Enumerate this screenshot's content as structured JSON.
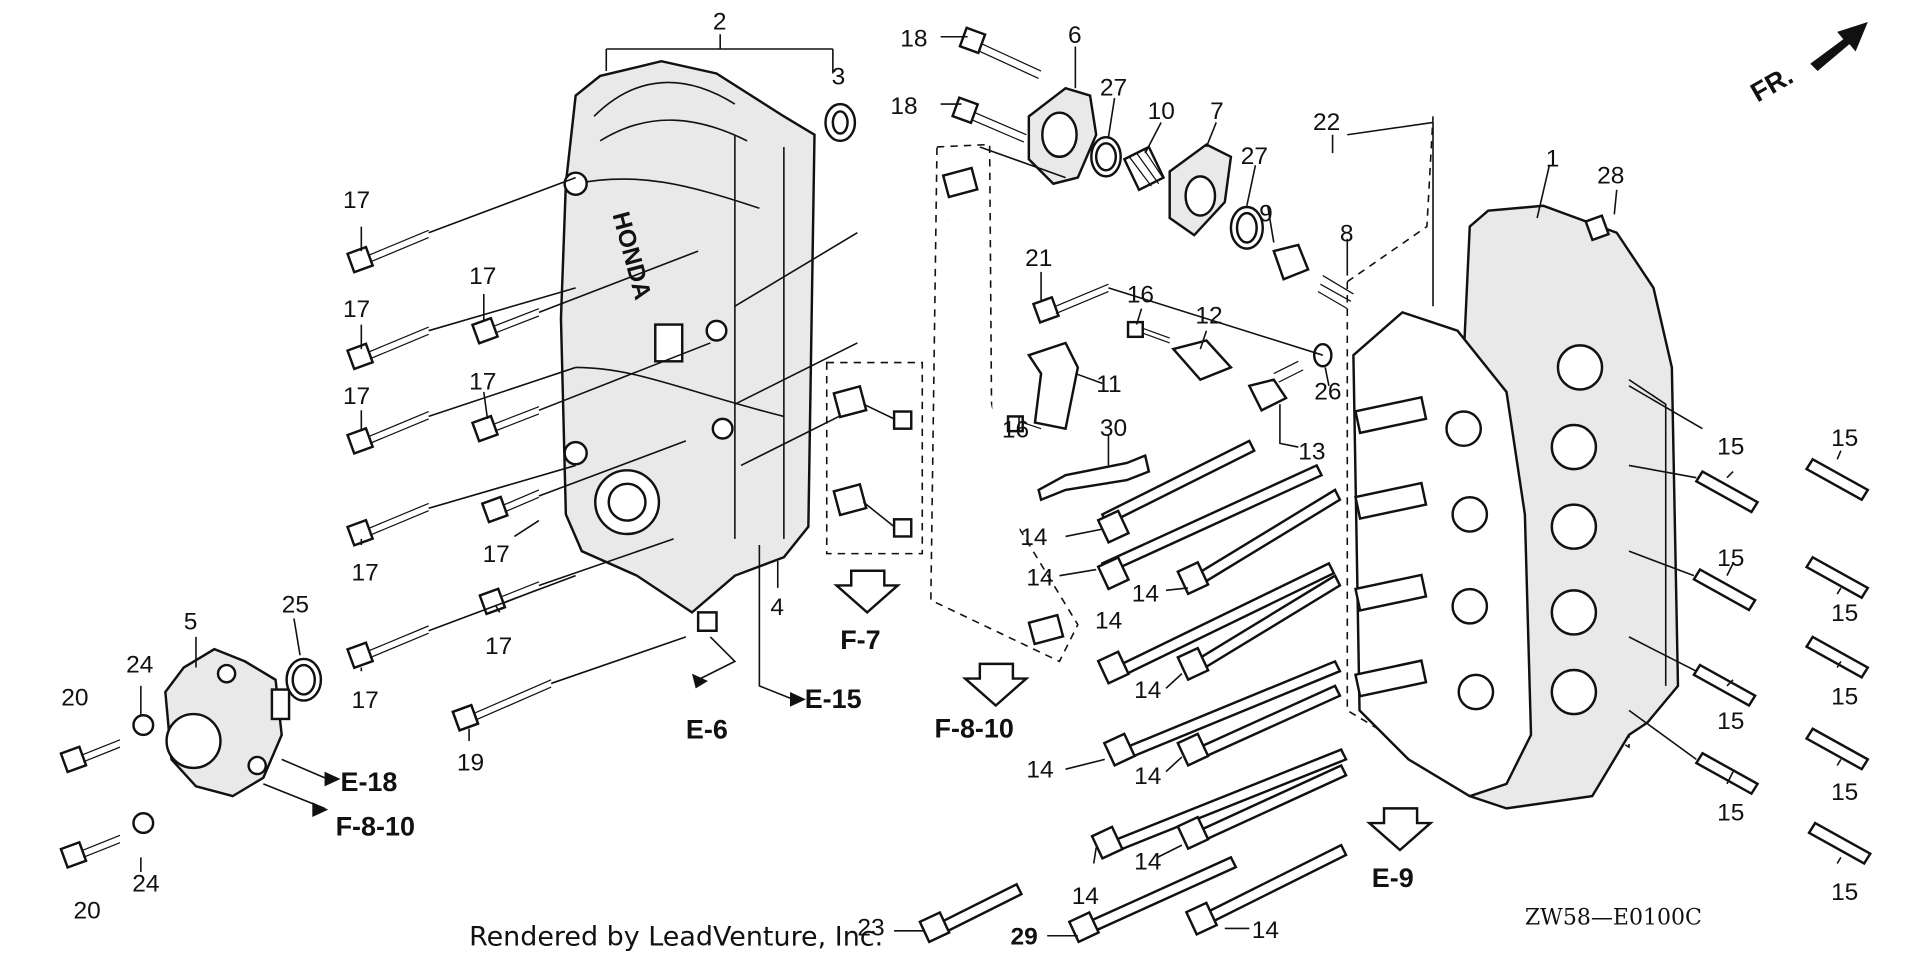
{
  "parts": {
    "p1": "1",
    "p2": "2",
    "p3": "3",
    "p4": "4",
    "p5": "5",
    "p6": "6",
    "p7": "7",
    "p8": "8",
    "p9": "9",
    "p10": "10",
    "p11": "11",
    "p12": "12",
    "p13": "13",
    "p14": "14",
    "p15": "15",
    "p16": "16",
    "p17": "17",
    "p18": "18",
    "p19": "19",
    "p20": "20",
    "p21": "21",
    "p22": "22",
    "p23": "23",
    "p24": "24",
    "p25": "25",
    "p26": "26",
    "p27": "27",
    "p28": "28",
    "p29": "29",
    "p30": "30"
  },
  "refs": {
    "f7": "F-7",
    "f810": "F-8-10",
    "e6": "E-6",
    "e15": "E-15",
    "e18": "E-18",
    "e9": "E-9"
  },
  "cover_brand": "HONDA",
  "direction": "FR.",
  "footer": {
    "rendered_by": "Rendered by LeadVenture, Inc.",
    "diagram_code": "ZW58—E0100C"
  }
}
